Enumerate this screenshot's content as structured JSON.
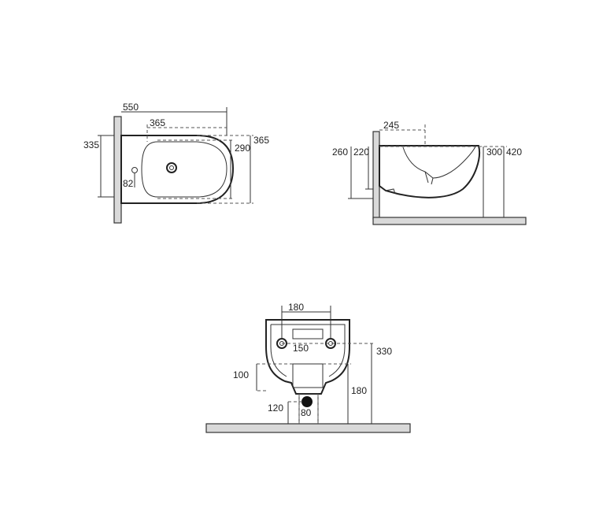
{
  "top_view": {
    "dims": {
      "width_total": "550",
      "bowl_length": "365",
      "height_left": "335",
      "bowl_width": "290",
      "overall_width": "365",
      "hole_offset": "82"
    }
  },
  "side_view": {
    "dims": {
      "offset": "245",
      "height_a": "260",
      "height_b": "220",
      "height_c": "300",
      "height_d": "420"
    }
  },
  "rear_view": {
    "dims": {
      "top_width": "180",
      "inlet_width": "150",
      "height_total": "330",
      "height_left": "100",
      "height_right": "180",
      "drain_height": "120",
      "drain_width": "80"
    }
  },
  "colors": {
    "line": "#222222",
    "wall_fill": "#d9d9d9",
    "drain_fill": "#111111"
  }
}
